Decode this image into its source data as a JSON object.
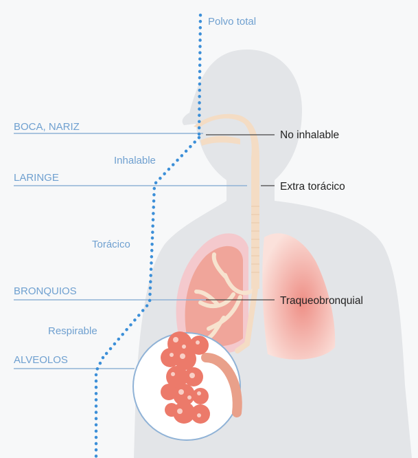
{
  "path_labels": {
    "total": "Polvo total",
    "inhalable": "Inhalable",
    "thoracic": "Torácico",
    "respirable": "Respirable"
  },
  "region_labels": {
    "mouth_nose": "BOCA, NARIZ",
    "larynx": "LARINGE",
    "bronchi": "BRONQUIOS",
    "alveoli": "ALVEOLOS"
  },
  "fraction_labels": {
    "non_inhalable": "No inhalable",
    "extra_thoracic": "Extra torácico",
    "tracheobronchial": "Traqueobronquial"
  },
  "colors": {
    "label_blue": "#6fa0d0",
    "dots_blue": "#3c8fd8",
    "body_gray": "#e3e5e8",
    "text_dark": "#222222",
    "lung_pink": "#f3b7ab",
    "lung_red": "#e8695a"
  }
}
